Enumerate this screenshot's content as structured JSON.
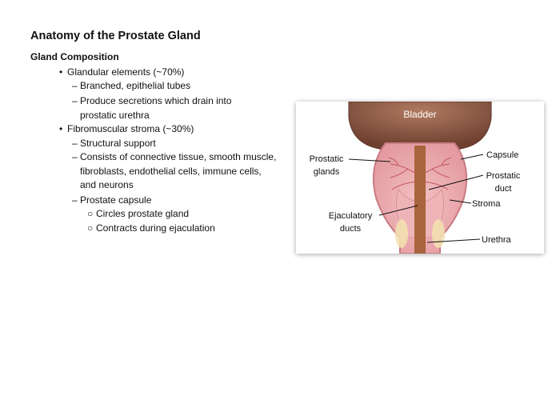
{
  "slide": {
    "title": "Anatomy of the Prostate Gland",
    "section_heading": "Gland Composition",
    "outline": [
      {
        "level": 1,
        "marker": "•",
        "lines": [
          "Glandular elements (~70%)"
        ]
      },
      {
        "level": 2,
        "marker": "–",
        "lines": [
          "Branched, epithelial tubes"
        ]
      },
      {
        "level": 2,
        "marker": "–",
        "lines": [
          "Produce secretions which drain into",
          "prostatic urethra"
        ]
      },
      {
        "level": 1,
        "marker": "•",
        "lines": [
          "Fibromuscular stroma (~30%)"
        ]
      },
      {
        "level": 2,
        "marker": "–",
        "lines": [
          "Structural support"
        ]
      },
      {
        "level": 2,
        "marker": "–",
        "lines": [
          "Consists of connective tissue, smooth muscle,",
          "fibroblasts, endothelial cells, immune cells,",
          "and neurons"
        ]
      },
      {
        "level": 2,
        "marker": "–",
        "lines": [
          "Prostate capsule"
        ]
      },
      {
        "level": 3,
        "marker": "○",
        "lines": [
          "Circles prostate gland"
        ]
      },
      {
        "level": 3,
        "marker": "○",
        "lines": [
          "Contracts during ejaculation"
        ]
      }
    ]
  },
  "figure": {
    "labels": {
      "bladder": "Bladder",
      "prostatic_glands": [
        "Prostatic",
        "glands"
      ],
      "capsule": "Capsule",
      "prostatic_duct": [
        "Prostatic",
        "duct"
      ],
      "stroma": "Stroma",
      "ejaculatory_ducts": [
        "Ejaculatory",
        "ducts"
      ],
      "urethra": "Urethra"
    },
    "colors": {
      "bladder": "#8a5a45",
      "gland_tissue": "#e8a0a5",
      "capsule_outline": "#c97b82",
      "urethra": "#a8643c",
      "duct": "#f3e0b0"
    }
  }
}
